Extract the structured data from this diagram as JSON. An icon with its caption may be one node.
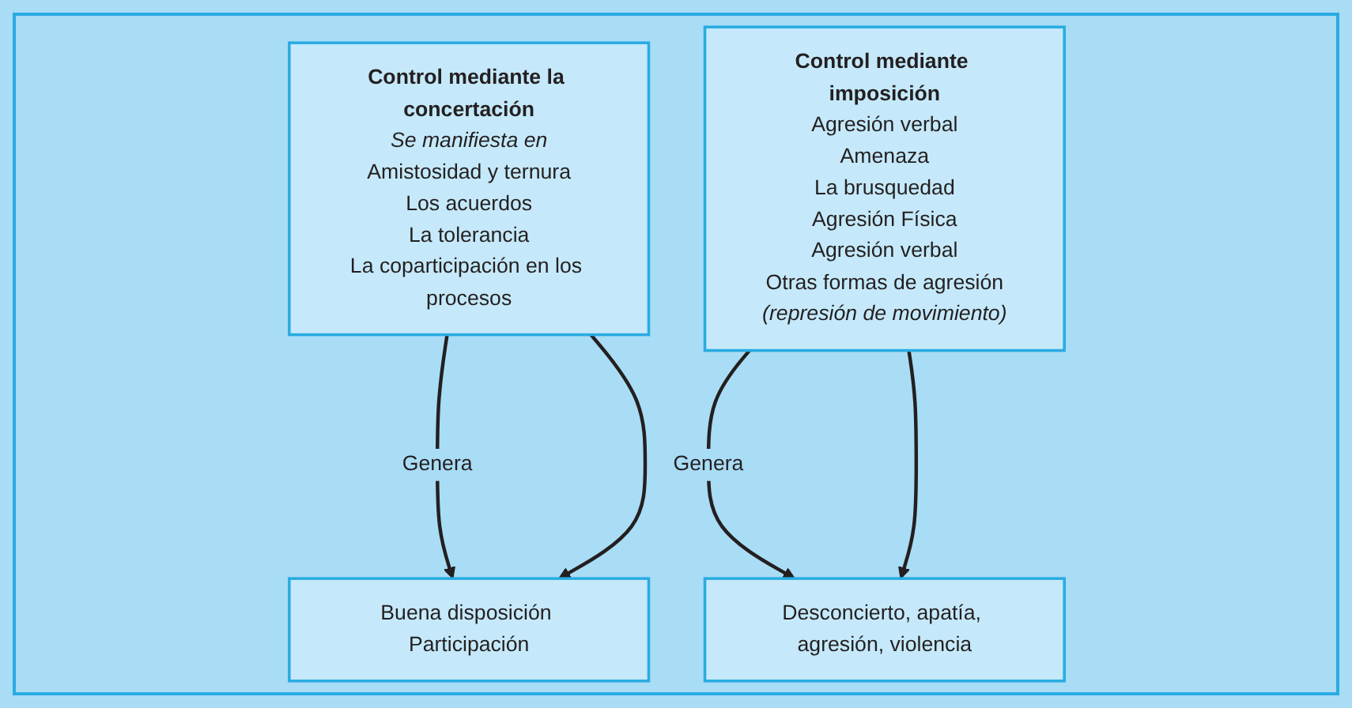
{
  "diagram": {
    "nodes": [
      {
        "text": [
          "Control mediante la concertación",
          "Se manifiesta en",
          "Amistosidad y ternura",
          "Los acuerdos",
          "La tolerancia",
          "La coparticipación en los procesos"
        ]
      },
      {
        "text": [
          "Control mediante imposición",
          "Agresión verbal",
          "Amenaza",
          "La brusquedad",
          "Agresión Física",
          "Agresión verbal",
          "Otras formas de agresión",
          "(represión de movimiento)"
        ]
      },
      {
        "text": [
          "Buena disposición Participación"
        ]
      },
      {
        "text": [
          "Desconcierto, apatía, agresión, violencia"
        ]
      }
    ],
    "edges": [
      {
        "from": 0,
        "to": 2,
        "arrow": "to",
        "label": "Genera"
      },
      {
        "from": 0,
        "to": 2,
        "arrow": "to"
      },
      {
        "from": 1,
        "to": 3,
        "arrow": "to",
        "label": "Genera"
      },
      {
        "from": 1,
        "to": 3,
        "arrow": "to"
      }
    ]
  }
}
